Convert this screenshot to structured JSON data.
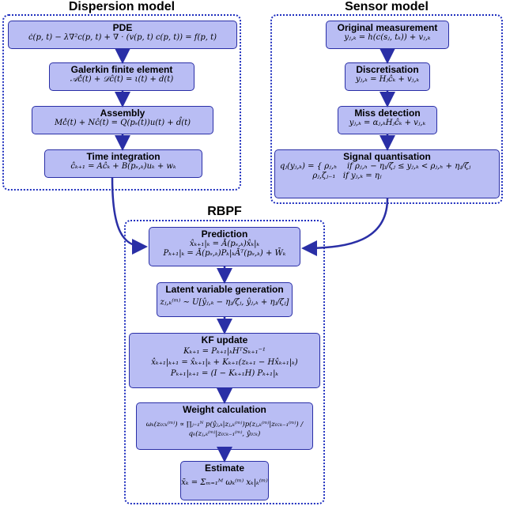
{
  "groups": {
    "dispersion": "Dispersion model",
    "sensor": "Sensor model",
    "rbpf": "RBPF"
  },
  "dispersion_boxes": [
    {
      "title": "PDE",
      "lines": [
        "ċ(p, t) − λ∇²c(p, t) + ∇ · (v(p, t) c(p, t)) = f(p, t)"
      ]
    },
    {
      "title": "Galerkin finite element",
      "lines": [
        "𝒜ĉ̇(t) + 𝒟ĉ(t) = ι(t) + d(t)"
      ]
    },
    {
      "title": "Assembly",
      "lines": [
        "Mĉ̇(t) + Nĉ(t) = Q(pₛ(t))u(t) + d̂(t)"
      ]
    },
    {
      "title": "Time integration",
      "lines": [
        "ĉₖ₊₁ = Aĉₖ + B(pₛ,ₖ)uₖ + wₖ"
      ]
    }
  ],
  "sensor_boxes": [
    {
      "title": "Original measurement",
      "lines": [
        "yⱼ,ₖ = h(c(sⱼ, tₖ)) + vⱼ,ₖ"
      ]
    },
    {
      "title": "Discretisation",
      "lines": [
        "yⱼ,ₖ = Hⱼĉₖ + vⱼ,ₖ"
      ]
    },
    {
      "title": "Miss detection",
      "lines": [
        "yⱼ,ₖ = αⱼ,ₖHⱼĉₖ + vⱼ,ₖ"
      ]
    },
    {
      "title": "Signal quantisation",
      "lines": [
        "qⱼ(yⱼ,ₖ) = { ρⱼ,ₕ    if ρⱼ,ₕ − ηⱼ/ζⱼ ≤ yⱼ,ₖ < ρⱼ,ₕ + ηⱼ/ζⱼ",
        "             ρⱼ,ζⱼ₋₁   if yⱼ,ₖ = ηⱼ"
      ]
    }
  ],
  "rbpf_boxes": [
    {
      "title": "Prediction",
      "lines": [
        "x̂ₖ₊₁|ₖ = Ā(pₛ,ₖ)x̂ₖ|ₖ",
        "Pₖ₊₁|ₖ = Ā(pₛ,ₖ)Pₖ|ₖĀᵀ(pₛ,ₖ) + W̄ₖ"
      ]
    },
    {
      "title": "Latent variable generation",
      "lines": [
        "zⱼ,ₖ⁽ᵐ⁾ ∼ U[ŷⱼ,ₖ − ηⱼ/ζⱼ, ŷⱼ,ₖ + ηⱼ/ζⱼ]"
      ]
    },
    {
      "title": "KF update",
      "lines": [
        "Kₖ₊₁ = Pₖ₊₁|ₖHᵀSₖ₊₁⁻¹",
        "x̂ₖ₊₁|ₖ₊₁ = x̂ₖ₊₁|ₖ + Kₖ₊₁(zₖ₊₁ − Hx̂ₖ₊₁|ₖ)",
        "Pₖ₊₁|ₖ₊₁ = (I − Kₖ₊₁H) Pₖ₊₁|ₖ"
      ]
    },
    {
      "title": "Weight calculation",
      "lines": [
        "ωₖ(z₀:ₖ⁽ᵐ⁾) ∝ ∏ⱼ₌₁ᴺ p(ŷⱼ,ₖ|zⱼ,ₖ⁽ᵐ⁾)p(zⱼ,ₖ⁽ᵐ⁾|z₀:ₖ₋₁⁽ᵐ⁾) / qₖ(zⱼ,ₖ⁽ᵐ⁾|z₀:ₖ₋₁⁽ᵐ⁾, ŷ₀:ₖ)"
      ]
    },
    {
      "title": "Estimate",
      "lines": [
        "x̄ₖ = Σₘ₌₁ᴹ ωₖ⁽ᵐ⁾ xₖ|ₖ⁽ᵐ⁾"
      ]
    }
  ]
}
